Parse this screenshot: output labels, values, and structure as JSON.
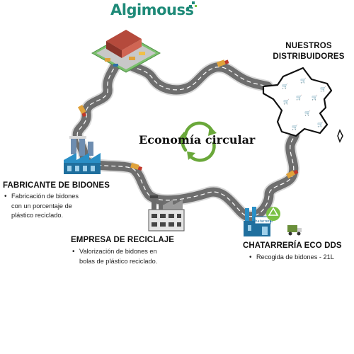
{
  "brand": {
    "name": "Algimouss"
  },
  "diagram": {
    "center_title": "Economía circular",
    "distributors": {
      "title_line1": "NUESTROS",
      "title_line2": "DISTRIBUIDORES"
    },
    "stages": [
      {
        "title": "FABRICANTE DE BIDONES",
        "bullet_lines": [
          "Fabricación de bidones",
          "con un porcentaje de",
          "plástico reciclado."
        ]
      },
      {
        "title": "EMPRESA DE RECICLAJE",
        "bullet_lines": [
          "Valorización de bidones en",
          "bolas de plástico reciclado."
        ]
      },
      {
        "title": "CHATARRERÍA ECO DDS",
        "bullet_lines": [
          "Recogida de bidones - 21L"
        ]
      }
    ],
    "building_sign": "Chatarreria"
  },
  "colors": {
    "brand": "#1e8a78",
    "road": "#6e6e6e",
    "road_edge": "#d9d9d9",
    "cycle_arrows": "#6aa83a",
    "truck": "#e0a23a",
    "factory_blue": "#2a8fc6"
  },
  "icons": [
    "warehouse-icon",
    "factory-icon",
    "recycling-plant-icon",
    "scrapyard-icon",
    "recycle-icon",
    "france-map-icon",
    "truck-icon",
    "cycle-arrows-icon"
  ]
}
